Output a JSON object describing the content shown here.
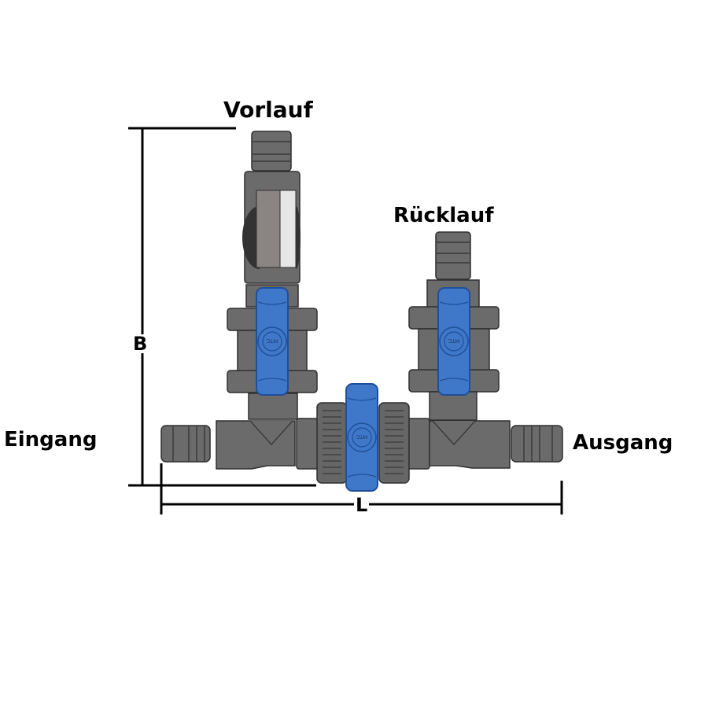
{
  "labels": {
    "top_inlet": "Vorlauf",
    "return": "Rücklauf",
    "inlet": "Eingang",
    "outlet": "Ausgang",
    "height_dim": "B",
    "length_dim": "L"
  },
  "valve_logo": "MTC",
  "colors": {
    "body": "#6b6b6b",
    "body_dark": "#555555",
    "outline": "#2f2f2f",
    "handle": "#3f78c8",
    "handle_outline": "#1f4f99",
    "window_dark": "#8a8483",
    "window_light": "#e6e6e6",
    "dim_line": "#000000"
  }
}
